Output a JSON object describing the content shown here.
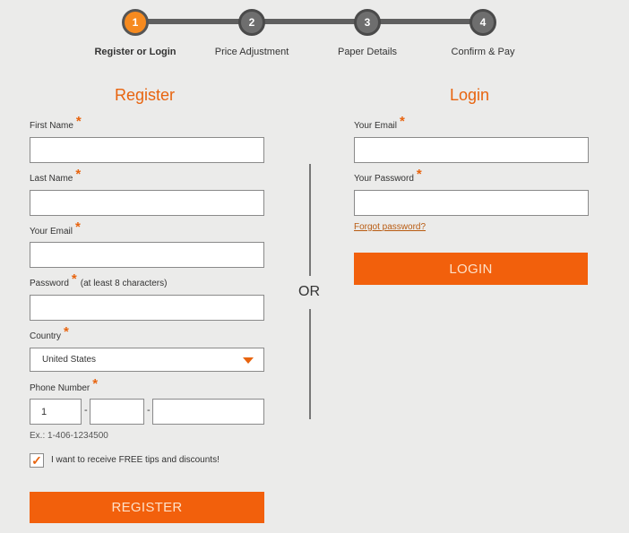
{
  "steps": [
    {
      "number": "1",
      "label": "Register or Login"
    },
    {
      "number": "2",
      "label": "Price Adjustment"
    },
    {
      "number": "3",
      "label": "Paper Details"
    },
    {
      "number": "4",
      "label": "Confirm & Pay"
    }
  ],
  "register": {
    "title": "Register",
    "first_name_label": "First Name",
    "last_name_label": "Last Name",
    "email_label": "Your Email",
    "password_label": "Password",
    "password_note": "(at least 8 characters)",
    "country_label": "Country",
    "country_value": "United States",
    "phone_label": "Phone Number",
    "phone_country_code": "1",
    "phone_separator": "-",
    "phone_hint": "Ex.: 1-406-1234500",
    "newsletter_checked": true,
    "newsletter_label": "I want to receive FREE tips and discounts!",
    "button": "REGISTER"
  },
  "or_text": "OR",
  "login": {
    "title": "Login",
    "email_label": "Your Email",
    "password_label": "Your Password",
    "forgot_link": "Forgot password?",
    "button": "LOGIN"
  },
  "required_marker": "*",
  "colors": {
    "accent": "#e8640f",
    "button": "#f2600c",
    "background": "#ebebea",
    "active_step": "#f68a1f"
  },
  "icons": {
    "dropdown": "caret-down-icon",
    "checkbox": "checkmark-icon"
  }
}
